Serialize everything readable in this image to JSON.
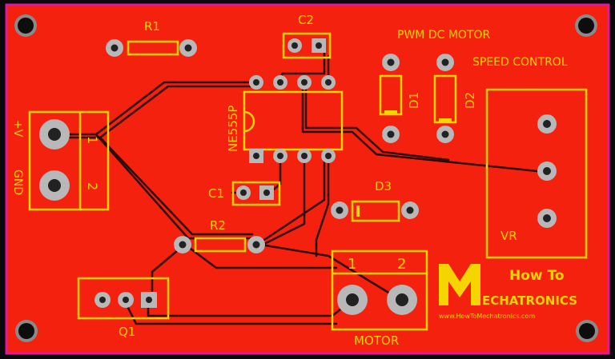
{
  "title_line1": "PWM DC MOTOR",
  "title_line2": "SPEED CONTROL",
  "refs": {
    "r1": "R1",
    "r2": "R2",
    "c1": "C1",
    "c2": "C2",
    "d1": "D1",
    "d2": "D2",
    "d3": "D3",
    "q1": "Q1",
    "ic": "NE555P",
    "vr": "VR"
  },
  "power_connector": {
    "pin1_text": "+V",
    "pin2_text": "GND",
    "pin1_num": "1",
    "pin2_num": "2"
  },
  "motor_connector": {
    "label": "MOTOR",
    "pin1_num": "1",
    "pin2_num": "2"
  },
  "logo": {
    "line1": "How To",
    "line2": "ECHATRONICS",
    "url": "www.HowToMechatronics.com"
  },
  "colors": {
    "board": "#f5210f",
    "trace": "#2a0606",
    "silkscreen": "#f5d400",
    "pad_ring": "#b8b8b8",
    "border": "#e0189a"
  }
}
